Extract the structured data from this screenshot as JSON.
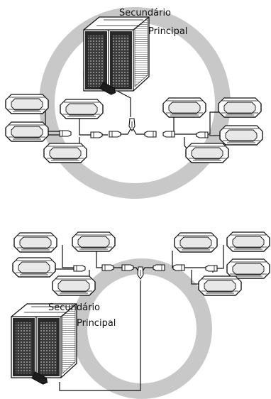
{
  "diagrams": [
    {
      "labels": {
        "secondary": "Secundário",
        "primary": "Principal"
      }
    },
    {
      "labels": {
        "secondary": "Secundário",
        "primary": "Principal"
      }
    }
  ],
  "colors": {
    "ring": "#c8c8c8",
    "line": "#111111",
    "fill": "#ffffff",
    "dark": "#222222"
  },
  "icons": [
    "outdoor-unit-icon",
    "cassette-indoor-unit-icon",
    "branch-joint-icon",
    "y-branch-icon"
  ]
}
